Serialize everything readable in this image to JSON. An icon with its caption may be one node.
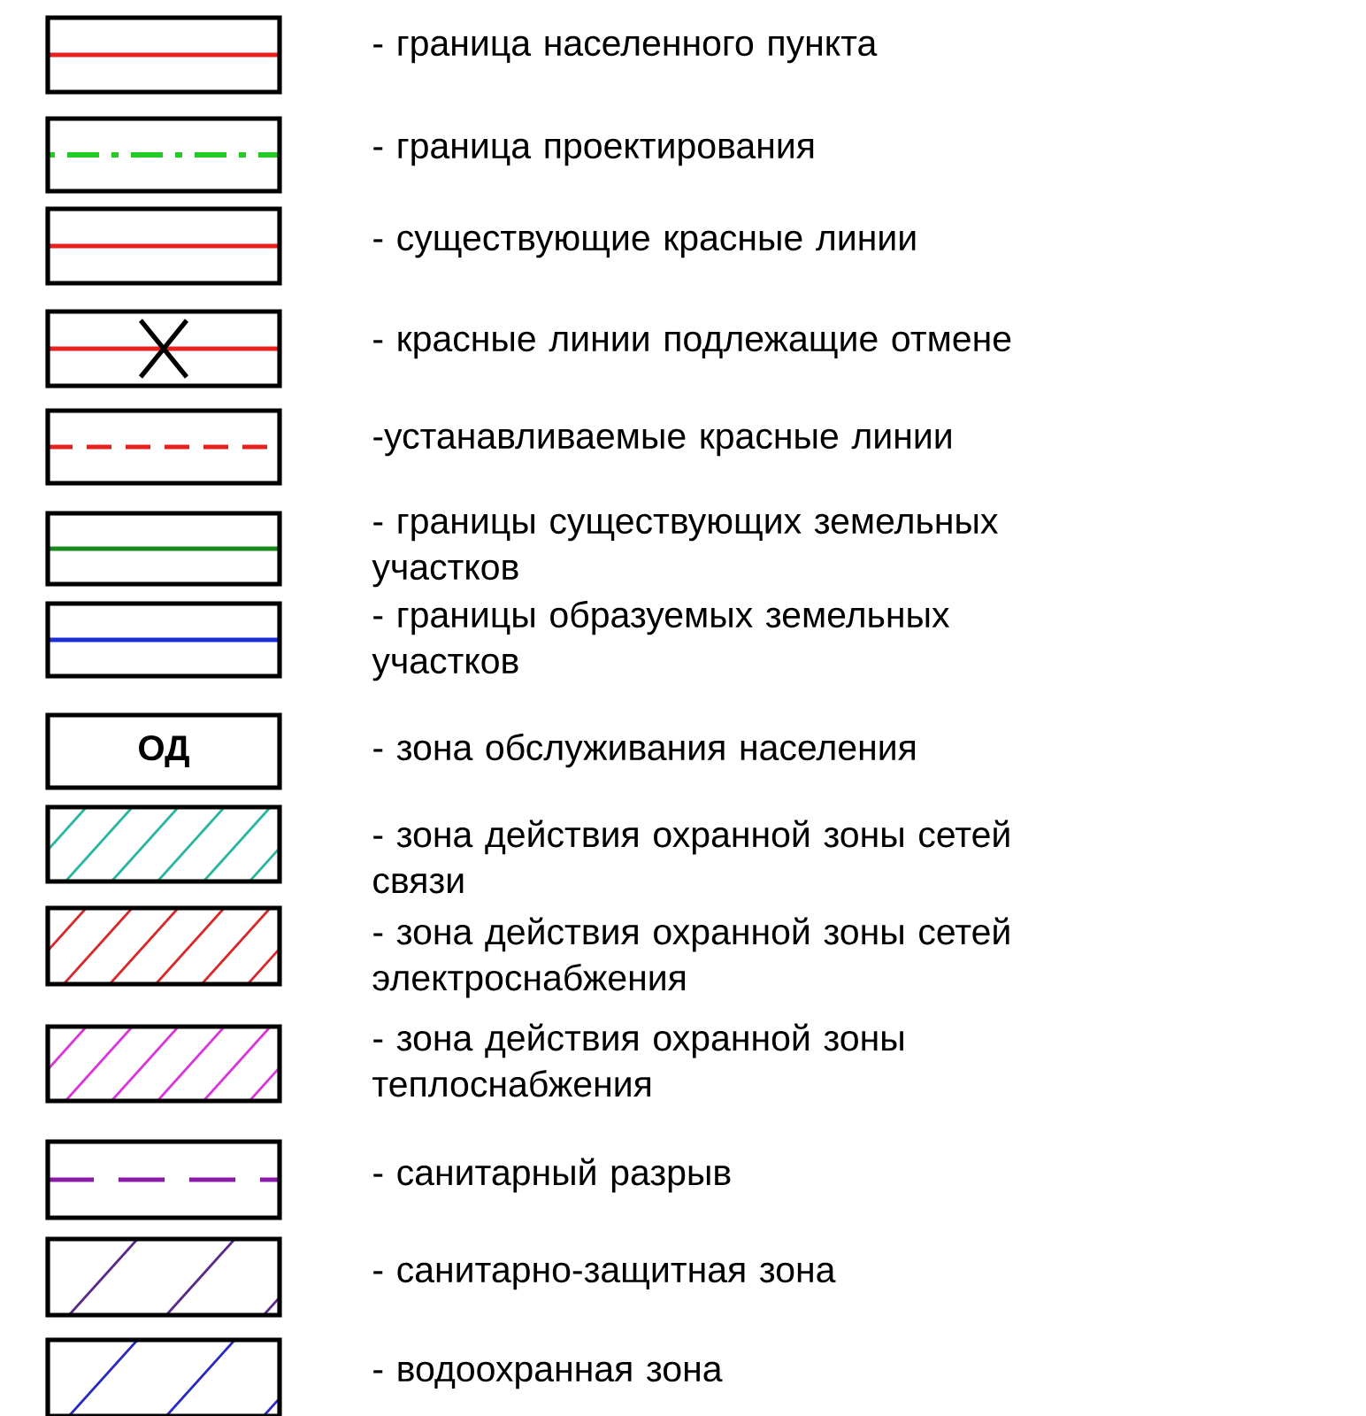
{
  "diagram": {
    "labels": [
      "ОД"
    ],
    "legend": [
      {
        "text": "- граница населенного пункта"
      },
      {
        "text": "- граница проектирования"
      },
      {
        "text": "- существующие красные линии"
      },
      {
        "text": "- красные линии подлежащие отмене"
      },
      {
        "text": "-устанавливаемые красные линии"
      },
      {
        "text": "- границы существующих земельных участков"
      },
      {
        "text": "- границы образуемых земельных участков"
      },
      {
        "text": "- зона обслуживания населения"
      },
      {
        "text": "- зона действия охранной зоны сетей связи"
      },
      {
        "text": "- зона действия охранной зоны сетей электроснабжения"
      },
      {
        "text": "- зона действия охранной зоны теплоснабжения"
      },
      {
        "text": "- санитарный разрыв"
      },
      {
        "text": "- санитарно-защитная зона"
      },
      {
        "text": "- водоохранная зона"
      }
    ]
  }
}
